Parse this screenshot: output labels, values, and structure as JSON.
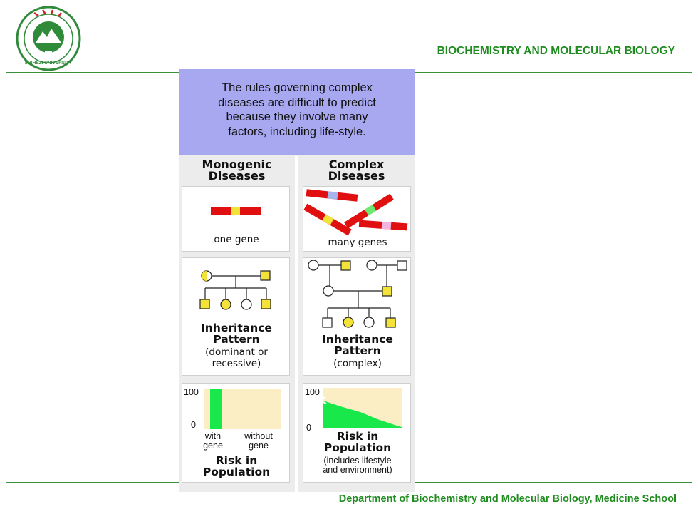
{
  "header": {
    "title": "BIOCHEMISTRY  AND MOLECULAR BIOLOGY"
  },
  "logo": {
    "text": "SHIHEZI UNIVERSITY"
  },
  "footer": {
    "text": "Department of Biochemistry and Molecular Biology, Medicine School"
  },
  "figure": {
    "intro": [
      "The rules governing complex",
      "diseases are difficult to predict",
      "because they involve many",
      "factors, including life-style."
    ],
    "monogenic": {
      "heading": [
        "Monogenic",
        "Diseases"
      ],
      "gene_label": "one gene",
      "inheritance_title": [
        "Inheritance",
        "Pattern"
      ],
      "inheritance_note": [
        "(dominant or",
        "recessive)"
      ],
      "risk": {
        "axis_top": "100",
        "axis_bottom": "0",
        "with_label": [
          "with",
          "gene"
        ],
        "without_label": [
          "without",
          "gene"
        ],
        "title": [
          "Risk in",
          "Population"
        ]
      }
    },
    "complex": {
      "heading": [
        "Complex",
        "Diseases"
      ],
      "gene_label": "many genes",
      "inheritance_title": [
        "Inheritance",
        "Pattern"
      ],
      "inheritance_note": "(complex)",
      "risk": {
        "axis_top": "100",
        "axis_bottom": "0",
        "title": [
          "Risk in",
          "Population"
        ],
        "note": [
          "(includes lifestyle",
          "and environment)"
        ]
      }
    },
    "colors": {
      "gene_bar": "#e01010",
      "gene_marker": "#f2e23a",
      "affected": "#f2e23a",
      "risk_fill": "#19e84a",
      "risk_bg": "#fbedc4",
      "intro_bg": "#a8a8f0"
    }
  }
}
